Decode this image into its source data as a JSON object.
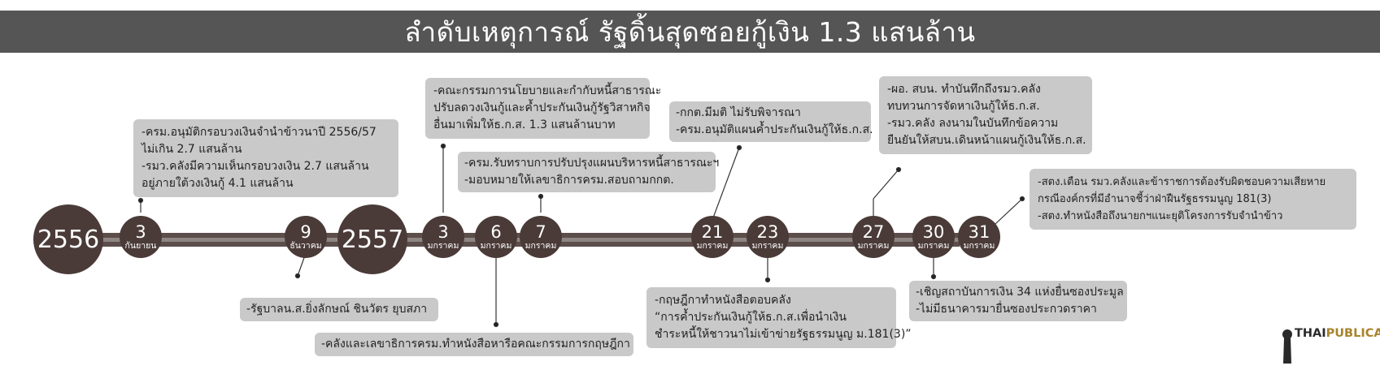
{
  "title": "ลำดับเหตุการณ์ รัฐดิ้นสุดซอยกู้เงิน 1.3 แสนล้าน",
  "years": [
    "2556",
    "2557"
  ],
  "dates": [
    {
      "day": "3",
      "month": "กันยายน"
    },
    {
      "day": "9",
      "month": "ธันวาคม"
    },
    {
      "day": "3",
      "month": "มกราคม"
    },
    {
      "day": "6",
      "month": "มกราคม"
    },
    {
      "day": "7",
      "month": "มกราคม"
    },
    {
      "day": "21",
      "month": "มกราคม"
    },
    {
      "day": "23",
      "month": "มกราคม"
    },
    {
      "day": "27",
      "month": "มกราคม"
    },
    {
      "day": "30",
      "month": "มกราคม"
    },
    {
      "day": "31",
      "month": "มกราคม"
    }
  ],
  "events": [
    {
      "lines": [
        "-ครม.อนุมัติกรอบวงเงินจำนำข้าวนาปี 2556/57",
        " ไม่เกิน 2.7 แสนล้าน",
        "-รมว.คลังมีความเห็นกรอบวงเงิน 2.7 แสนล้าน",
        "  อยู่ภายใต้วงเงินกู้ 4.1 แสนล้าน"
      ]
    },
    {
      "lines": [
        "-รัฐบาลน.ส.ยิ่งลักษณ์ ชินวัตร ยุบสภา"
      ]
    },
    {
      "lines": [
        "-คณะกรรมการนโยบายและกำกับหนี้สาธารณะ",
        " ปรับลดวงเงินกู้และค้ำประกันเงินกู้รัฐวิสาหกิจ",
        " อื่นมาเพิ่มให้ธ.ก.ส. 1.3 แสนล้านบาท"
      ]
    },
    {
      "lines": [
        "-คลังและเลขาธิการครม.ทำหนังสือหารือคณะกรรมการกฤษฎีกา"
      ]
    },
    {
      "lines": [
        "-ครม.รับทราบการปรับปรุงแผนบริหารหนี้สาธารณะฯ",
        "-มอบหมายให้เลขาธิการครม.สอบถามกกต."
      ]
    },
    {
      "lines": [
        "-กกต.มีมติ ไม่รับพิจารณา",
        "-ครม.อนุมัติแผนค้ำประกันเงินกู้ให้ธ.ก.ส."
      ]
    },
    {
      "lines": [
        "-กฤษฎีกาทำหนังสือตอบคลัง",
        "“การค้ำประกันเงินกู้ให้ธ.ก.ส.เพื่อนำเงิน",
        "ชำระหนี้ให้ชาวนาไม่เข้าข่ายรัฐธรรมนูญ ม.181(3)”"
      ]
    },
    {
      "lines": [
        "-ผอ. สบน. ทำบันทึกถึงรมว.คลัง",
        " ทบทวนการจัดหาเงินกู้ให้ธ.ก.ส.",
        "-รมว.คลัง ลงนามในบันทึกข้อความ",
        " ยืนยันให้สบน.เดินหน้าแผนกู้เงินให้ธ.ก.ส."
      ]
    },
    {
      "lines": [
        "-เชิญสถาบันการเงิน 34 แห่งยื่นซองประมูล",
        "-ไม่มีธนาคารมายื่นซองประกวดราคา"
      ]
    },
    {
      "lines": [
        "-สตง.เตือน รมว.คลังและข้าราชการต้องรับผิดชอบความเสียหาย",
        "กรณีองค์กรที่มีอำนาจชี้ว่าฝ่าฝืนรัฐธรรมนูญ 181(3)",
        "-สตง.ทำหนังสือถึงนายกฯแนะยุติโครงการรับจำนำข้าว"
      ]
    }
  ],
  "logo": {
    "part1": "THAI",
    "part2": "PUBLICA"
  },
  "colors": {
    "title_bg": "#555555",
    "node": "#4a3b38",
    "box": "#c9c9c9",
    "timeline": "#5b4e4b",
    "logo_accent": "#a8832b"
  }
}
